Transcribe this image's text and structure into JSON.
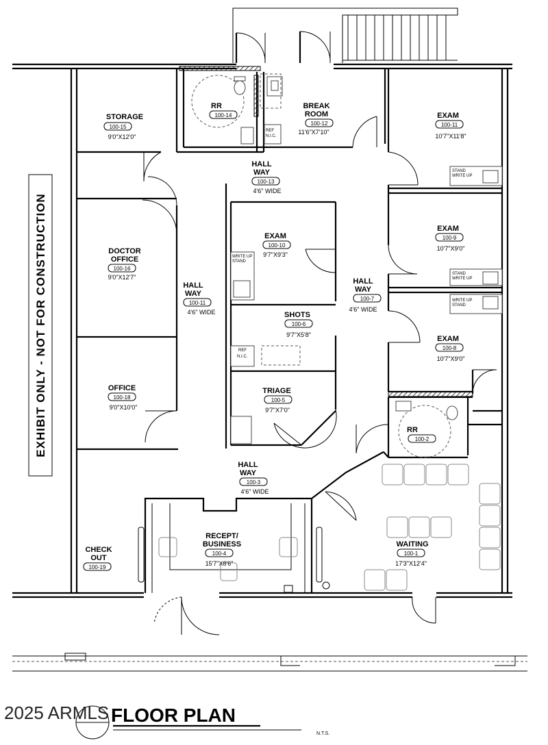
{
  "vertical_note": "EXHIBIT ONLY  -  NOT FOR CONSTRUCTION",
  "title": "FLOOR PLAN",
  "scale_note": "N.T.S.",
  "watermark": "2025 ARMLS",
  "rooms": {
    "storage": {
      "name": "STORAGE",
      "tag": "100-15",
      "dim": "9'0\"X12'0\""
    },
    "rr_top": {
      "name": "RR",
      "tag": "100-14"
    },
    "break": {
      "name1": "BREAK",
      "name2": "ROOM",
      "tag": "100-12",
      "dim": "11'6\"X7'10\""
    },
    "exam11": {
      "name": "EXAM",
      "tag": "100-11",
      "dim": "10'7\"X11'8\""
    },
    "hall13": {
      "name1": "HALL",
      "name2": "WAY",
      "tag": "100-13",
      "dim": "4'6\" WIDE"
    },
    "doctor": {
      "name1": "DOCTOR",
      "name2": "OFFICE",
      "tag": "100-16",
      "dim": "9'0\"X12'7\""
    },
    "exam10": {
      "name": "EXAM",
      "tag": "100-10",
      "dim": "9'7\"X9'3\""
    },
    "exam9": {
      "name": "EXAM",
      "tag": "100-9",
      "dim": "10'7\"X9'0\""
    },
    "hall11": {
      "name1": "HALL",
      "name2": "WAY",
      "tag": "100-11",
      "dim": "4'6\" WIDE"
    },
    "hall7": {
      "name1": "HALL",
      "name2": "WAY",
      "tag": "100-7",
      "dim": "4'6\" WIDE"
    },
    "shots": {
      "name": "SHOTS",
      "tag": "100-6",
      "dim": "9'7\"X5'8\""
    },
    "exam8": {
      "name": "EXAM",
      "tag": "100-8",
      "dim": "10'7\"X9'0\""
    },
    "office": {
      "name": "OFFICE",
      "tag": "100-18",
      "dim": "9'0\"X10'0\""
    },
    "triage": {
      "name": "TRIAGE",
      "tag": "100-5",
      "dim": "9'7\"X7'0\""
    },
    "rr2": {
      "name": "RR",
      "tag": "100-2"
    },
    "hall3": {
      "name1": "HALL",
      "name2": "WAY",
      "tag": "100-3",
      "dim": "4'6\" WIDE"
    },
    "recept": {
      "name1": "RECEPT/",
      "name2": "BUSINESS",
      "tag": "100-4",
      "dim": "15'7\"X8'6\""
    },
    "checkout": {
      "name1": "CHECK",
      "name2": "OUT",
      "tag": "100-19"
    },
    "waiting": {
      "name": "WAITING",
      "tag": "100-1",
      "dim": "17'3\"X12'4\""
    }
  },
  "fixtures": {
    "ref": "REF",
    "nic": "N.I.C.",
    "stand": "STAND",
    "write_up": "WRITE UP",
    "write_up_stand1": "WRITE UP",
    "write_up_stand2": "STAND"
  }
}
